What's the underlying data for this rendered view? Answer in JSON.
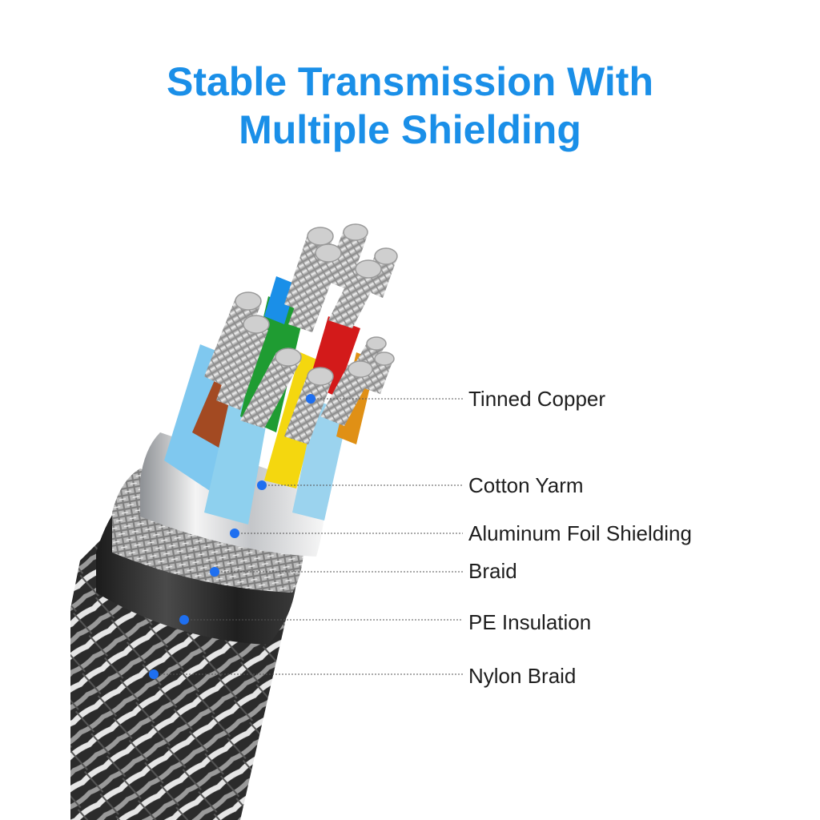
{
  "title": {
    "line1": "Stable Transmission With",
    "line2": "Multiple Shielding"
  },
  "colors": {
    "title": "#1a8fe8",
    "dot": "#1e6ff0",
    "leader": "#555555",
    "label": "#1e1e1e"
  },
  "layers": [
    {
      "id": "tinned-copper",
      "label": "Tinned Copper"
    },
    {
      "id": "cotton-yarm",
      "label": "Cotton Yarm"
    },
    {
      "id": "aluminum-foil-shielding",
      "label": "Aluminum Foil Shielding"
    },
    {
      "id": "braid",
      "label": "Braid"
    },
    {
      "id": "pe-insulation",
      "label": "PE Insulation"
    },
    {
      "id": "nylon-braid",
      "label": "Nylon Braid"
    }
  ]
}
